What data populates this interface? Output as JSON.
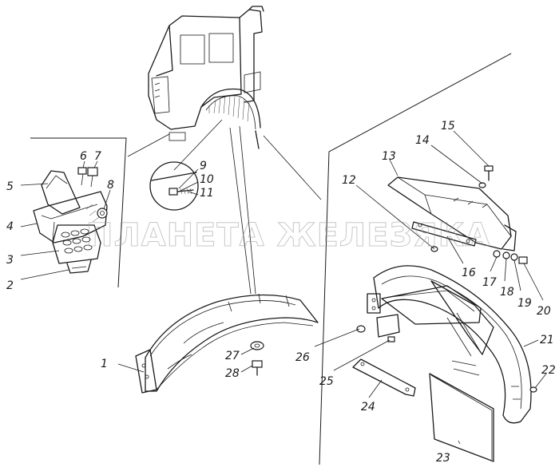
{
  "watermark": "ПЛАНЕТА ЖЕЛЕЗЯКА",
  "callouts": [
    {
      "id": "c1",
      "text": "1"
    },
    {
      "id": "c2",
      "text": "2"
    },
    {
      "id": "c3",
      "text": "3"
    },
    {
      "id": "c4",
      "text": "4"
    },
    {
      "id": "c5",
      "text": "5"
    },
    {
      "id": "c6",
      "text": "6"
    },
    {
      "id": "c7",
      "text": "7"
    },
    {
      "id": "c8",
      "text": "8"
    },
    {
      "id": "c9",
      "text": "9"
    },
    {
      "id": "c10",
      "text": "10"
    },
    {
      "id": "c11",
      "text": "11"
    },
    {
      "id": "c12",
      "text": "12"
    },
    {
      "id": "c13",
      "text": "13"
    },
    {
      "id": "c14",
      "text": "14"
    },
    {
      "id": "c15",
      "text": "15"
    },
    {
      "id": "c16",
      "text": "16"
    },
    {
      "id": "c17",
      "text": "17"
    },
    {
      "id": "c18",
      "text": "18"
    },
    {
      "id": "c19",
      "text": "19"
    },
    {
      "id": "c20",
      "text": "20"
    },
    {
      "id": "c21",
      "text": "21"
    },
    {
      "id": "c22",
      "text": "22"
    },
    {
      "id": "c23",
      "text": "23"
    },
    {
      "id": "c24",
      "text": "24"
    },
    {
      "id": "c25",
      "text": "25"
    },
    {
      "id": "c26",
      "text": "26"
    },
    {
      "id": "c27",
      "text": "27"
    },
    {
      "id": "c28",
      "text": "28"
    }
  ]
}
